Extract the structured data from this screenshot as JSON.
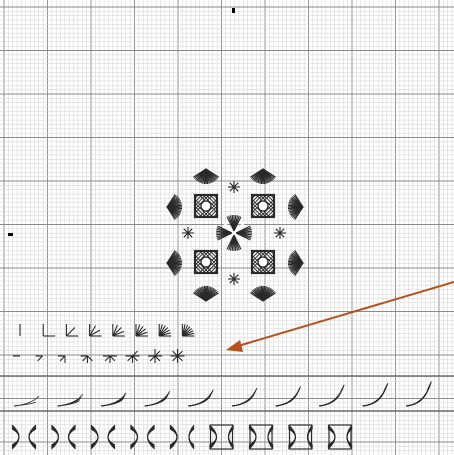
{
  "canvas": {
    "grid": {
      "fine_cells_per_major": 10,
      "fine_line_color": "#d2d2d2",
      "major_line_color": "#8a8a8a",
      "background": "#ffffff"
    },
    "stitch_color": "#2a2a2a",
    "arrow_color": "#b5511f",
    "motif": {
      "name": "central-medallion",
      "elements": [
        "heart-stitch",
        "square-eyelet-stitch",
        "star-stitch",
        "center-cross-stitch"
      ]
    },
    "sample_rows": [
      {
        "name": "fan-stitch-progression-row",
        "count": 8
      },
      {
        "name": "star-stitch-progression-row",
        "count": 8
      },
      {
        "name": "curve-stitch-progression-row",
        "count": 10
      },
      {
        "name": "eyelet-curve-progression-row",
        "count": 9
      }
    ]
  }
}
